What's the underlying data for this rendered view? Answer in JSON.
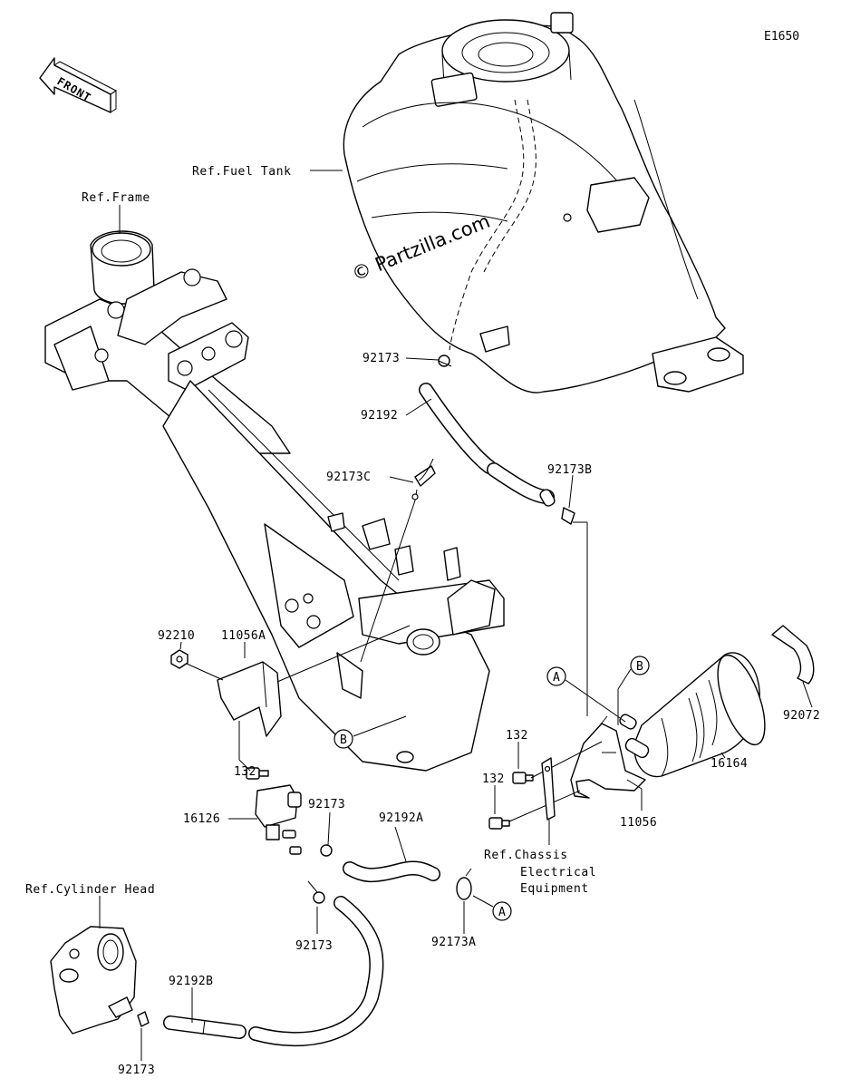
{
  "diagram_id": "E1650",
  "front_label": "FRONT",
  "watermark": "© Partzilla.com",
  "references": {
    "fuel_tank": "Ref.Fuel Tank",
    "frame": "Ref.Frame",
    "cylinder_head": "Ref.Cylinder Head",
    "chassis_line1": "Ref.Chassis",
    "chassis_line2": "Electrical",
    "chassis_line3": "Equipment"
  },
  "callouts": {
    "p92173_top": "92173",
    "p92192": "92192",
    "p92173C": "92173C",
    "p92173B": "92173B",
    "p92210": "92210",
    "p11056A": "11056A",
    "p132_left": "132",
    "p16126": "16126",
    "p92173_mid": "92173",
    "p92192A": "92192A",
    "p92173_low": "92173",
    "p92173A": "92173A",
    "p92192B": "92192B",
    "p92173_bottom": "92173",
    "p132_right_top": "132",
    "p132_right_bottom": "132",
    "p11056": "11056",
    "p16164": "16164",
    "p92072": "92072"
  },
  "connectors": {
    "a_top": "A",
    "b_top": "B",
    "b_left": "B",
    "a_bottom": "A"
  }
}
